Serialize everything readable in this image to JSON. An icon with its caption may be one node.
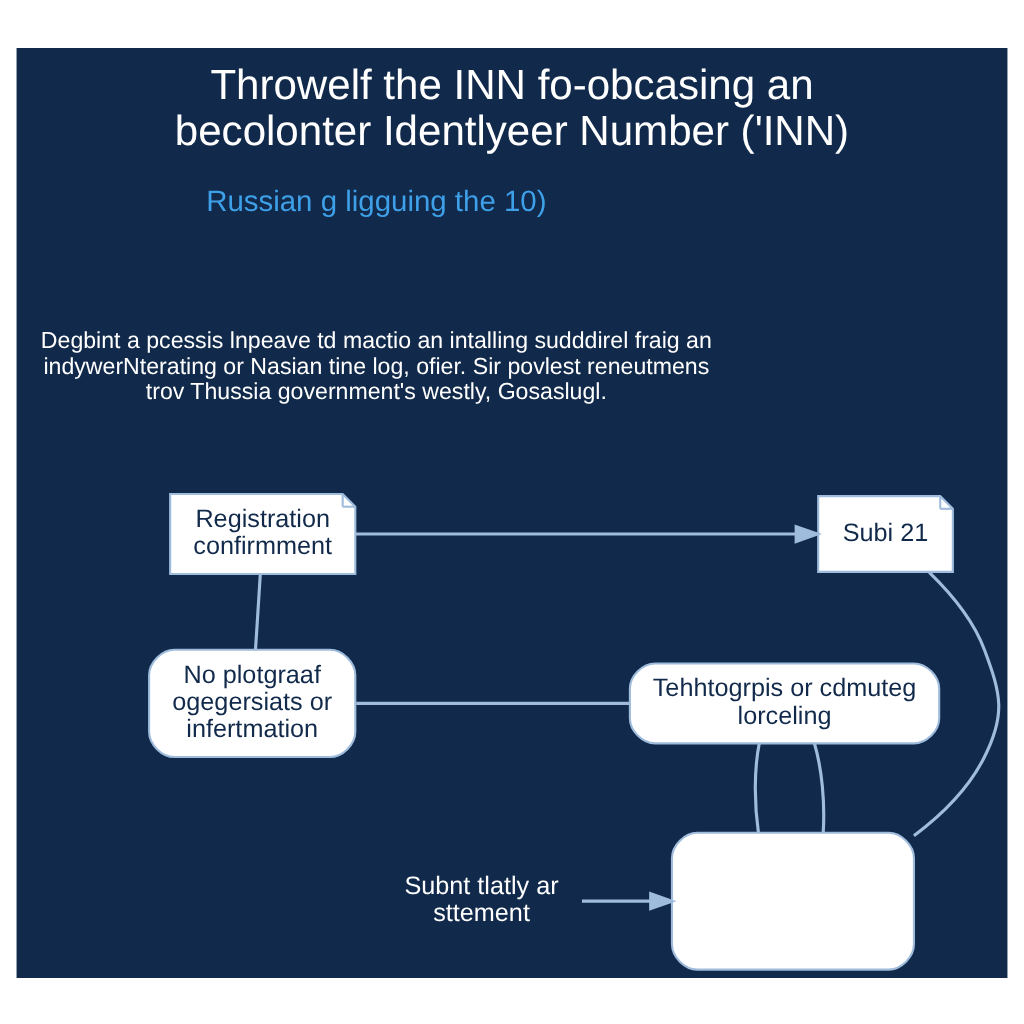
{
  "diagram": {
    "title": "Throwelf the INN fo-obcasing an becolonter Identlyeer Number ('INN)",
    "nodes": [
      {
        "text": [
          "Registration confirmment"
        ]
      },
      {
        "text": [
          "Subi 21"
        ]
      },
      {
        "text": [],
        "shape": "box"
      },
      {
        "text": [
          "Subnt tlatly ar sttement"
        ]
      },
      {
        "text": [
          "No plotgraaf ogegersiats or infertmation"
        ]
      },
      {
        "text": [
          "Tehhtogrpis or cdmuteg lorceling"
        ]
      }
    ],
    "edges": [
      {
        "from": 0,
        "to": 1,
        "arrow": "to"
      },
      {
        "from": 1,
        "to": 2,
        "arrow": "none"
      },
      {
        "from": 3,
        "to": 2,
        "arrow": "to"
      },
      {
        "from": 2,
        "to": 5,
        "arrow": "none"
      },
      {
        "from": 0,
        "to": 4,
        "arrow": "none"
      },
      {
        "from": 4,
        "to": 5,
        "arrow": "none"
      },
      {
        "from": 5,
        "to": 2,
        "arrow": "none"
      }
    ],
    "labels": [
      "Russian g ligguing the 10)",
      "Degbint a pcessis lnpeave td mactio an intalling sudddirel fraig an indywerNterating or Nasian tine log, ofier. Sir povlest reneutmens trov Thussia government's westly, Gosaslugl."
    ]
  }
}
